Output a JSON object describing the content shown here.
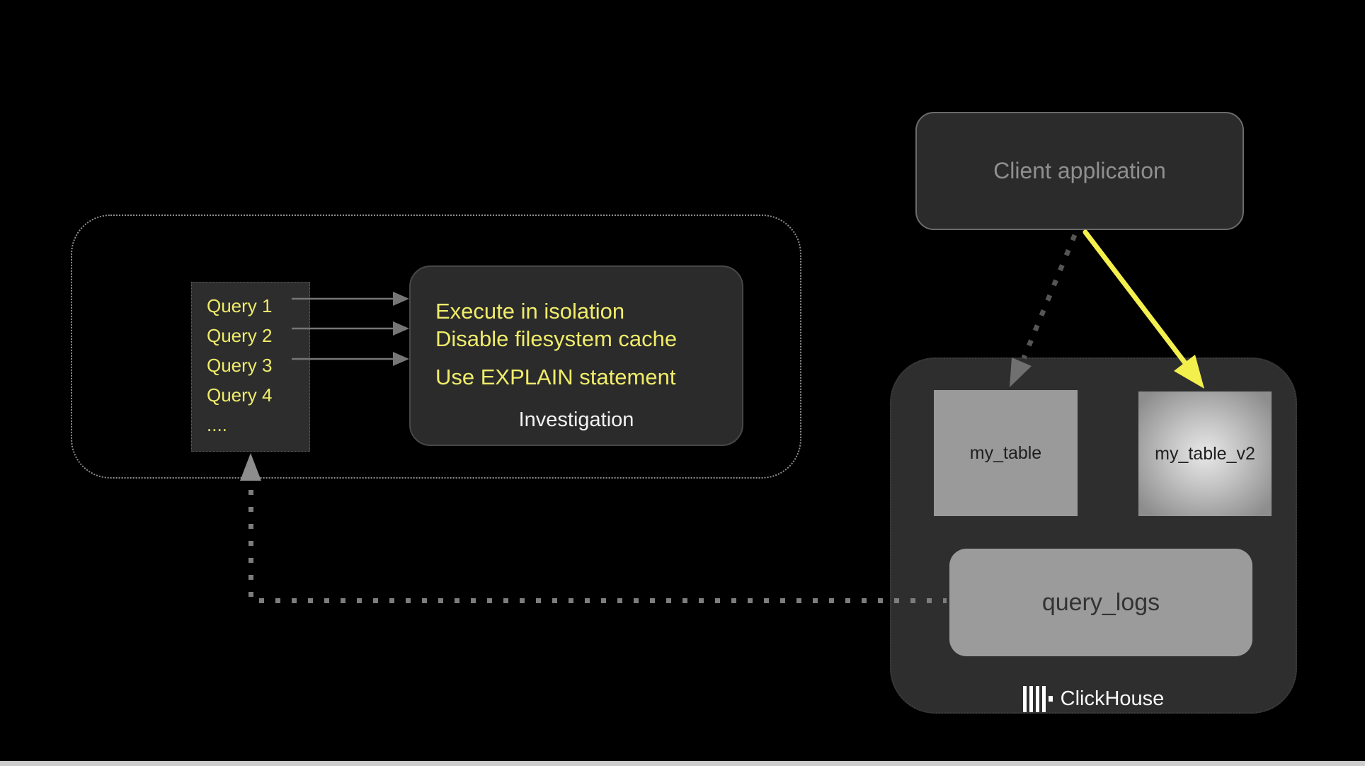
{
  "diagram": {
    "queries": {
      "items": [
        "Query 1",
        "Query 2",
        "Query 3",
        "Query 4",
        "...."
      ]
    },
    "investigation": {
      "tip_isolation": "Execute in isolation",
      "tip_cache": "Disable filesystem cache",
      "tip_explain": "Use EXPLAIN statement",
      "label": "Investigation"
    },
    "client": {
      "label": "Client application"
    },
    "clickhouse": {
      "table_a": "my_table",
      "table_b": "my_table_v2",
      "logs": "query_logs",
      "brand": "ClickHouse"
    },
    "colors": {
      "highlight_text_yellow": "#f0ec6a",
      "arrow_yellow": "#f3ef4d",
      "node_dark": "#2b2b2b",
      "node_light_gray": "#9a9a9a",
      "muted_text_gray": "#8f8f8f",
      "connector_gray": "#787878"
    }
  }
}
